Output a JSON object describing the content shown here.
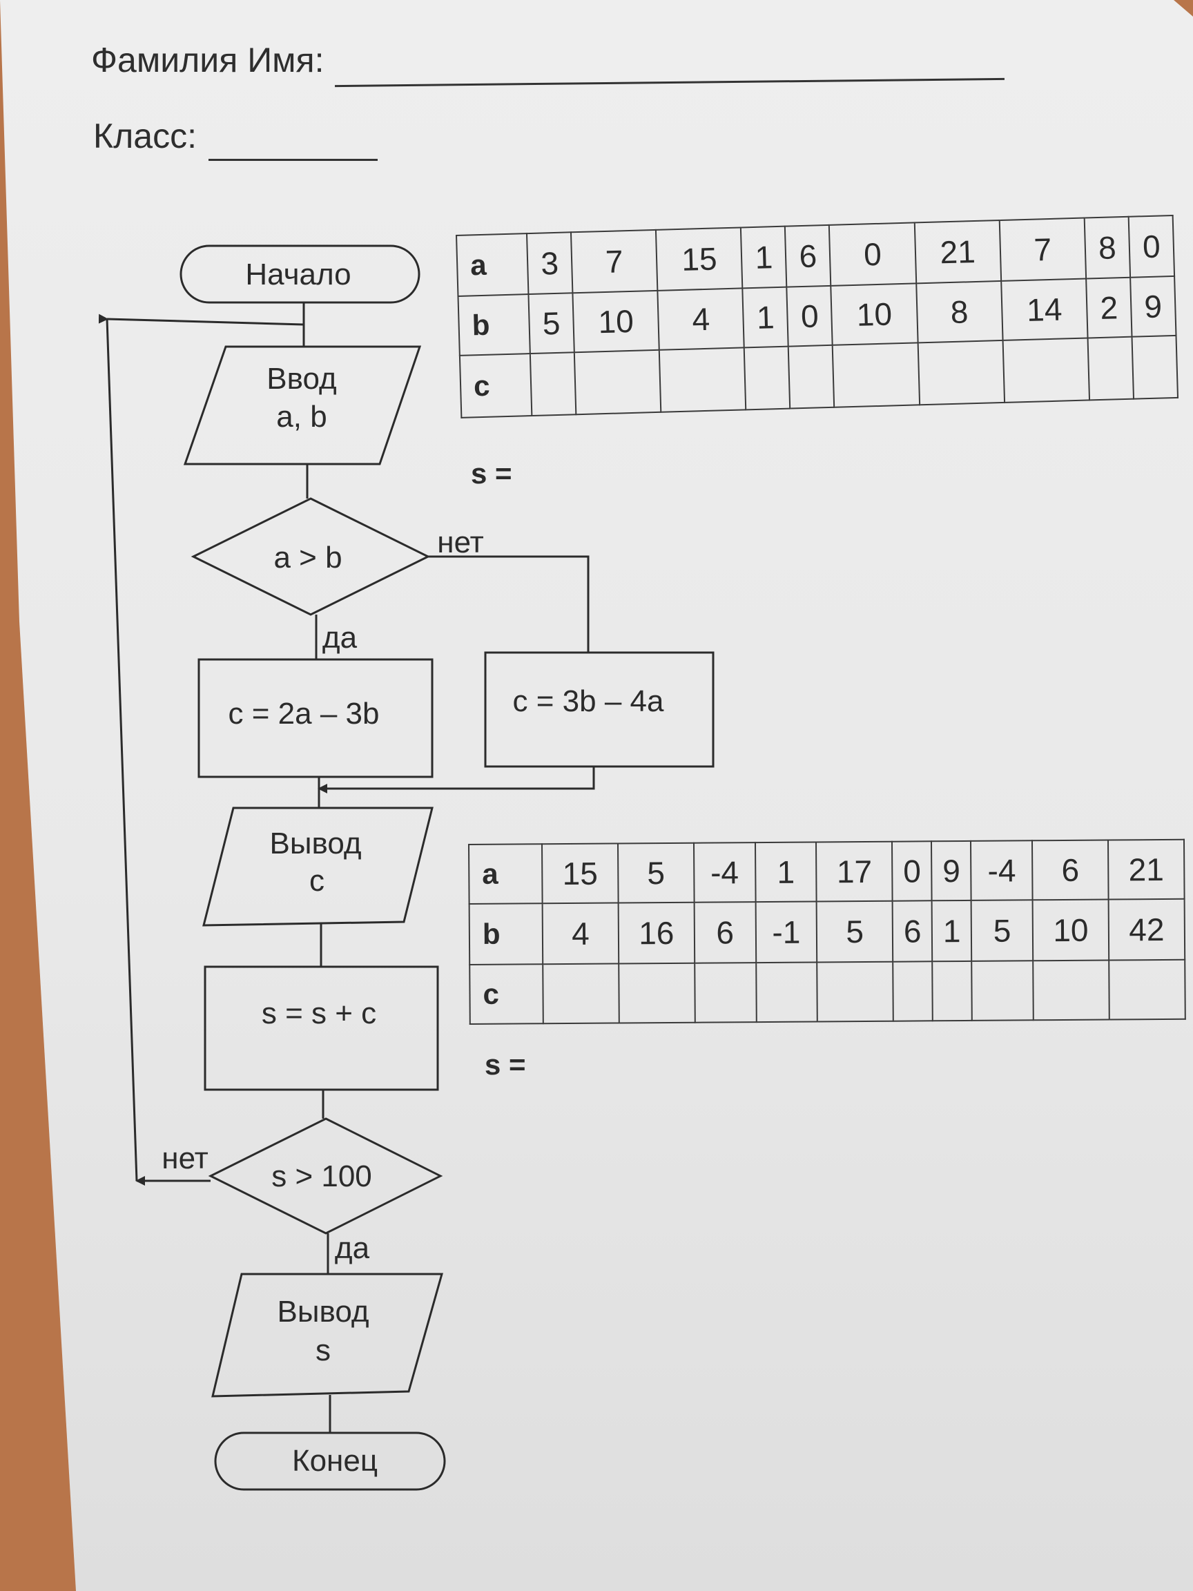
{
  "header": {
    "name_label": "Фамилия Имя:",
    "class_label": "Класс:"
  },
  "flowchart": {
    "start": "Начало",
    "input_line1": "Ввод",
    "input_line2": "a, b",
    "cond1": "a > b",
    "cond1_no": "нет",
    "cond1_yes": "да",
    "yes_branch": "c = 2a – 3b",
    "no_branch": "c = 3b – 4a",
    "output_c_line1": "Вывод",
    "output_c_line2": "c",
    "accumulate": "s = s + c",
    "cond2": "s > 100",
    "cond2_no": "нет",
    "cond2_yes": "да",
    "output_s_line1": "Вывод",
    "output_s_line2": "s",
    "end": "Конец"
  },
  "table1": {
    "rows": [
      {
        "label": "a",
        "values": [
          "3",
          "7",
          "15",
          "1",
          "6",
          "0",
          "21",
          "7",
          "8",
          "0"
        ]
      },
      {
        "label": "b",
        "values": [
          "5",
          "10",
          "4",
          "1",
          "0",
          "10",
          "8",
          "14",
          "2",
          "9"
        ]
      },
      {
        "label": "c",
        "values": [
          "",
          "",
          "",
          "",
          "",
          "",
          "",
          "",
          "",
          ""
        ]
      }
    ],
    "s_label": "s ="
  },
  "table2": {
    "rows": [
      {
        "label": "a",
        "values": [
          "15",
          "5",
          "-4",
          "1",
          "17",
          "0",
          "9",
          "-4",
          "6",
          "21"
        ]
      },
      {
        "label": "b",
        "values": [
          "4",
          "16",
          "6",
          "-1",
          "5",
          "6",
          "1",
          "5",
          "10",
          "42"
        ]
      },
      {
        "label": "c",
        "values": [
          "",
          "",
          "",
          "",
          "",
          "",
          "",
          "",
          "",
          ""
        ]
      }
    ],
    "s_label": "s ="
  }
}
